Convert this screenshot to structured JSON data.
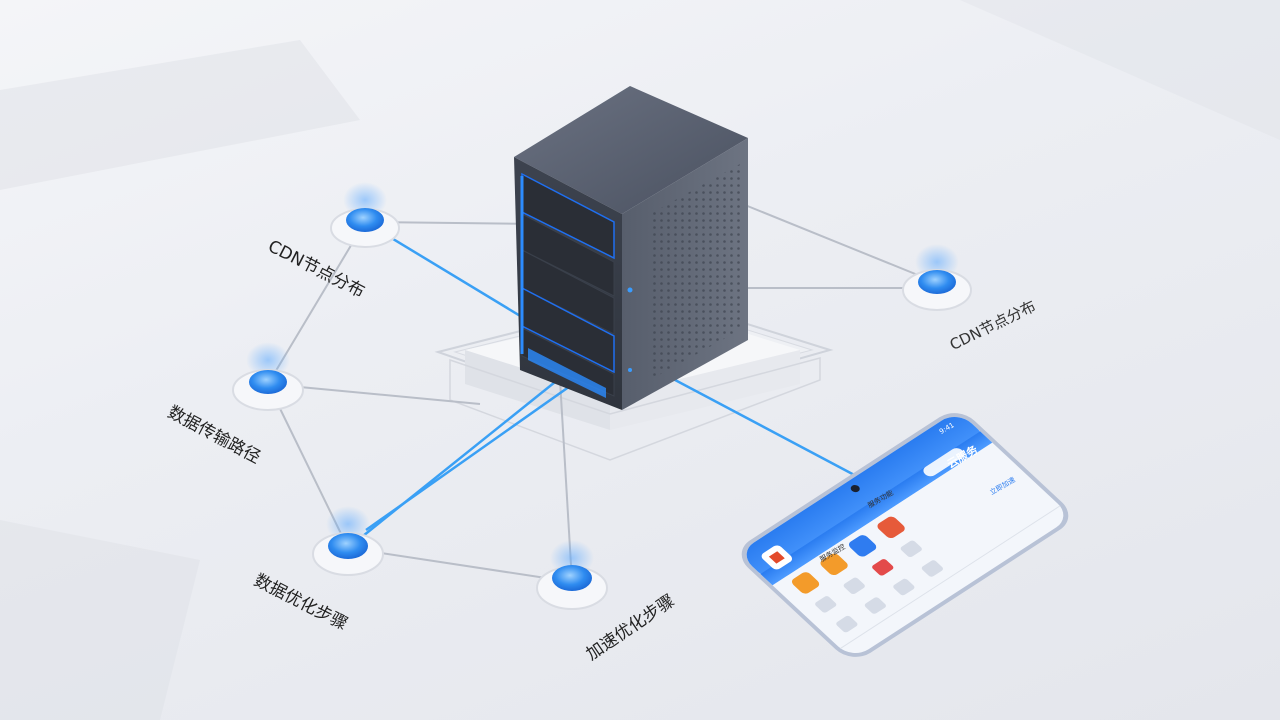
{
  "labels": {
    "node_top_left": "CDN节点分布",
    "node_right": "CDN节点分布",
    "node_mid_left": "数据传输路径",
    "node_bottom_left": "数据优化步骤",
    "node_bottom": "加速优化步骤"
  },
  "phone": {
    "status_time": "9:41",
    "app_title": "云服务",
    "header_button": "立即加速",
    "section_title": "服务功能",
    "section_title_2": "服务监控"
  },
  "colors": {
    "accent": "#1e7ef0",
    "line": "#3aa0f5",
    "server_body": "#4a5160"
  }
}
